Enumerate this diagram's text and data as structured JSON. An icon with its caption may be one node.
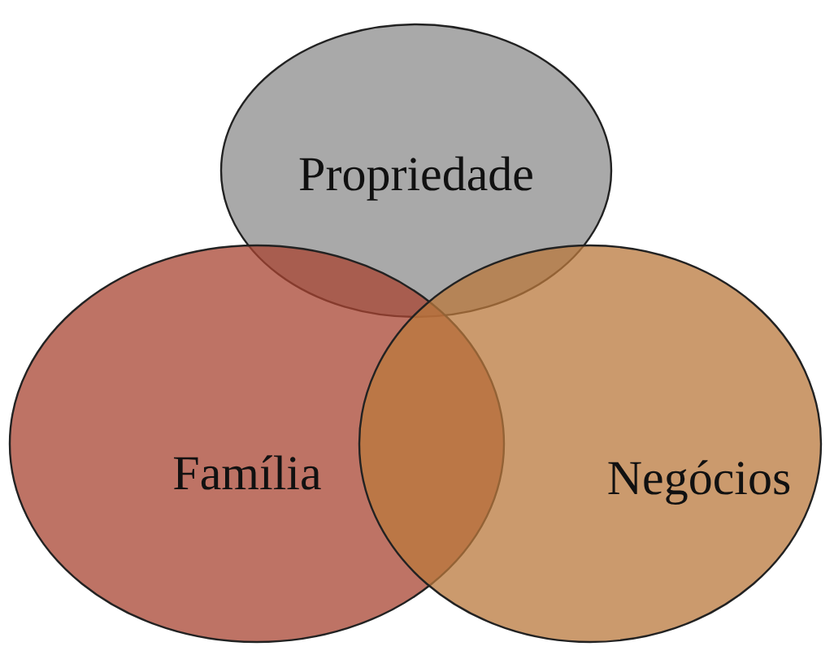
{
  "diagram": {
    "nodes": [
      {
        "text": [
          "Propriedade"
        ]
      },
      {
        "text": [
          "Família"
        ]
      },
      {
        "text": [
          "Negócios"
        ]
      }
    ]
  }
}
